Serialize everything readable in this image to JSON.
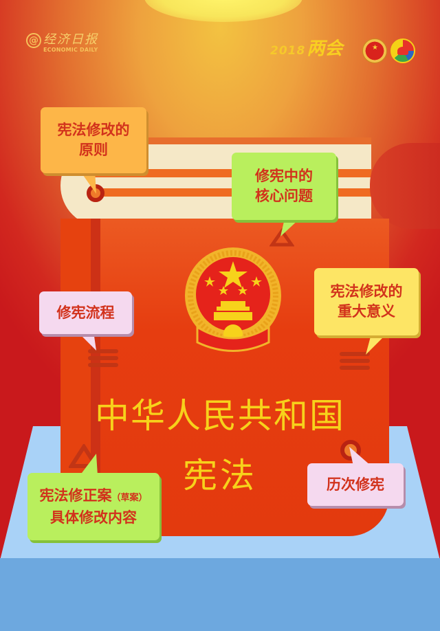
{
  "header": {
    "logo_symbol": "@",
    "logo_cn": "经济日报",
    "logo_en": "ECONOMIC DAILY",
    "event_year": "2018",
    "event_title": "两会",
    "emblems": [
      "national-emblem-icon",
      "cppcc-emblem-icon"
    ]
  },
  "book": {
    "title_line1": "中华人民共和国",
    "title_line2": "宪法",
    "cover_color": "#e63d10",
    "title_color": "#f7d21b"
  },
  "bubbles": [
    {
      "id": "principles",
      "label_line1": "宪法修改的",
      "label_line2": "原则",
      "color": "#fdb648",
      "marker": "ring"
    },
    {
      "id": "core-issues",
      "label_line1": "修宪中的",
      "label_line2": "核心问题",
      "color": "#b9ef5d",
      "marker": "triangle"
    },
    {
      "id": "process",
      "label_line1": "修宪流程",
      "label_line2": "",
      "color": "#f5d9ef",
      "marker": "lines"
    },
    {
      "id": "significance",
      "label_line1": "宪法修改的",
      "label_line2": "重大意义",
      "color": "#fde565",
      "marker": "lines"
    },
    {
      "id": "amendment-details",
      "label_line1": "宪法修正案",
      "label_note": "（草案）",
      "label_line2": "具体修改内容",
      "color": "#b9ef5d",
      "marker": "triangle"
    },
    {
      "id": "history",
      "label_line1": "历次修宪",
      "label_line2": "",
      "color": "#f5d9ef",
      "marker": "ring"
    }
  ],
  "colors": {
    "background_center": "#f3c241",
    "background_edge": "#c9191c",
    "stage_top": "#a9d2f7",
    "stage_front": "#6da8df",
    "bubble_text": "#d2321c"
  }
}
